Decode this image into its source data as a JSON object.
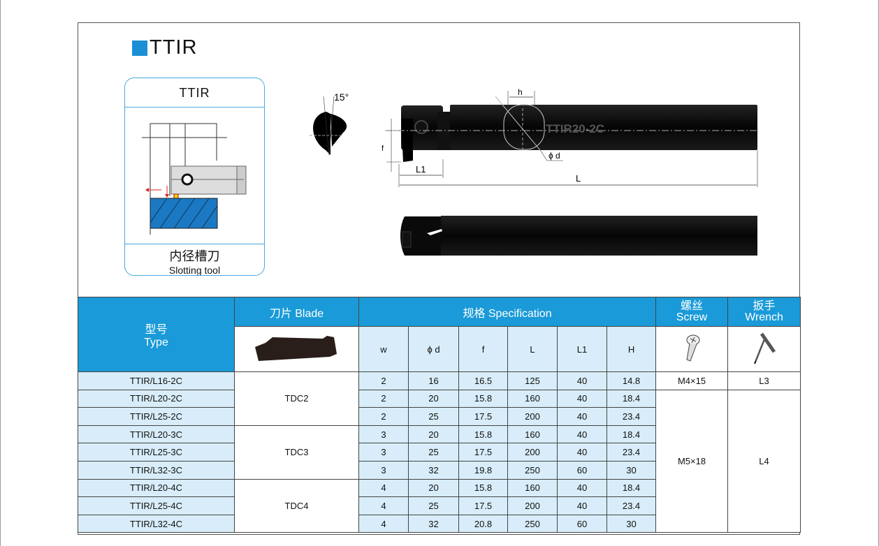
{
  "title": "TTIR",
  "accent_color": "#1a9ad8",
  "card": {
    "title": "TTIR",
    "name_cn": "内径槽刀",
    "name_en": "Slotting tool"
  },
  "drawing": {
    "angle": "15°",
    "labels": {
      "h": "h",
      "d": "ϕ d",
      "f": "f",
      "L1": "L1",
      "L": "L"
    },
    "engraving": "TTIR20-2C"
  },
  "table": {
    "headers": {
      "type_cn": "型号",
      "type_en": "Type",
      "blade": "刀片 Blade",
      "spec": "规格 Specification",
      "screw_cn": "螺丝",
      "screw_en": "Screw",
      "wrench_cn": "扳手",
      "wrench_en": "Wrench"
    },
    "spec_columns": [
      "w",
      "ϕ d",
      "f",
      "L",
      "L1",
      "H"
    ],
    "rows": [
      {
        "type": "TTIR/L16-2C",
        "w": "2",
        "d": "16",
        "f": "16.5",
        "L": "125",
        "L1": "40",
        "H": "14.8"
      },
      {
        "type": "TTIR/L20-2C",
        "w": "2",
        "d": "20",
        "f": "15.8",
        "L": "160",
        "L1": "40",
        "H": "18.4"
      },
      {
        "type": "TTIR/L25-2C",
        "w": "2",
        "d": "25",
        "f": "17.5",
        "L": "200",
        "L1": "40",
        "H": "23.4"
      },
      {
        "type": "TTIR/L20-3C",
        "w": "3",
        "d": "20",
        "f": "15.8",
        "L": "160",
        "L1": "40",
        "H": "18.4"
      },
      {
        "type": "TTIR/L25-3C",
        "w": "3",
        "d": "25",
        "f": "17.5",
        "L": "200",
        "L1": "40",
        "H": "23.4"
      },
      {
        "type": "TTIR/L32-3C",
        "w": "3",
        "d": "32",
        "f": "19.8",
        "L": "250",
        "L1": "60",
        "H": "30"
      },
      {
        "type": "TTIR/L20-4C",
        "w": "4",
        "d": "20",
        "f": "15.8",
        "L": "160",
        "L1": "40",
        "H": "18.4"
      },
      {
        "type": "TTIR/L25-4C",
        "w": "4",
        "d": "25",
        "f": "17.5",
        "L": "200",
        "L1": "40",
        "H": "23.4"
      },
      {
        "type": "TTIR/L32-4C",
        "w": "4",
        "d": "32",
        "f": "20.8",
        "L": "250",
        "L1": "60",
        "H": "30"
      }
    ],
    "blades": [
      "TDC2",
      "TDC3",
      "TDC4"
    ],
    "screws": [
      "M4×15",
      "M5×18"
    ],
    "wrenches": [
      "L3",
      "L4"
    ]
  }
}
